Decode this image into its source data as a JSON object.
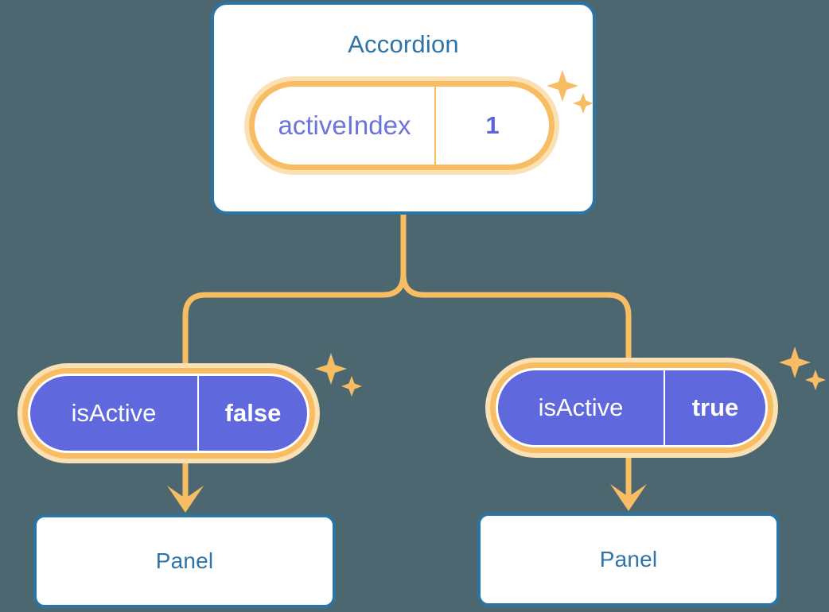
{
  "theme": {
    "background": "#4d6771",
    "card_border": "#2a74a6",
    "card_title": "#2e74a8",
    "card_fill": "#ffffff",
    "accent_orange": "#f8bd63",
    "accent_orange_pale": "#fbe0b4",
    "state_fill": "#5f68dc",
    "state_text_indigo": "#6a73e0",
    "state_value_indigo": "#5b64d8",
    "state_text_light": "#ffffff"
  },
  "diagram": {
    "type": "component-state-tree",
    "root": {
      "title": "Accordion",
      "state": {
        "key": "activeIndex",
        "value": "1"
      }
    },
    "children": [
      {
        "state": {
          "key": "isActive",
          "value": "false"
        },
        "title": "Panel"
      },
      {
        "state": {
          "key": "isActive",
          "value": "true"
        },
        "title": "Panel"
      }
    ],
    "icons": {
      "sparkle": "sparkle-icon",
      "arrow_down": "arrow-down-icon"
    }
  }
}
